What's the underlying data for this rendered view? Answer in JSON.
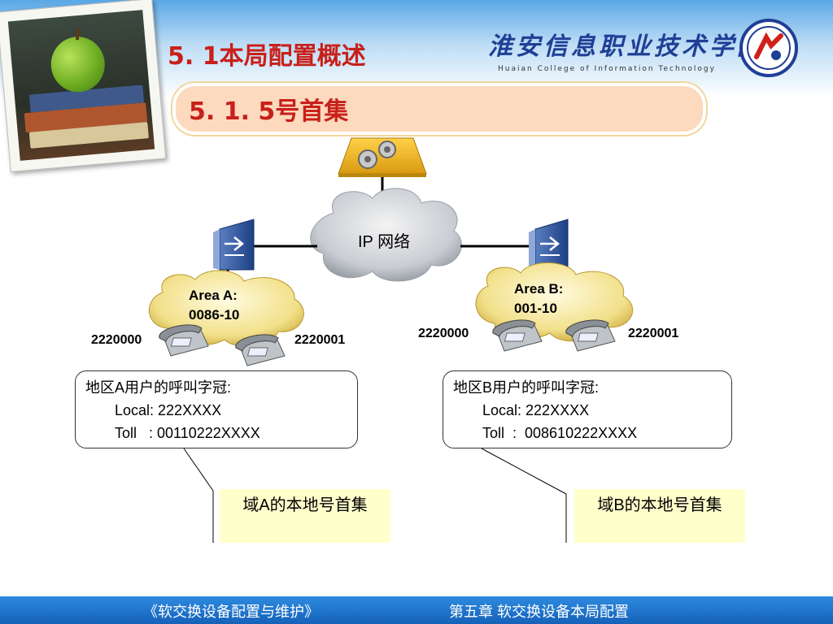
{
  "header": {
    "title": "5. 1本局配置概述",
    "subtitle": "5. 1. 5号首集",
    "college_name_cn": "淮安信息职业技术学院",
    "college_name_en": "Huaian College of Information Technology"
  },
  "diagram": {
    "ip_network_label": "IP 网络",
    "area_a": {
      "title": "Area A:",
      "code": "0086-10",
      "number_left": "2220000",
      "number_right": "2220001",
      "info_heading": "地区A用户的呼叫字冠:",
      "local_line": "Local: 222XXXX",
      "toll_line": "Toll   : 00110222XXXX",
      "domain_label": "域A的本地号首集"
    },
    "area_b": {
      "title": "Area B:",
      "code": "001-10",
      "number_left": "2220000",
      "number_right": "2220001",
      "info_heading": "地区B用户的呼叫字冠:",
      "local_line": "Local: 222XXXX",
      "toll_line": "Toll  :  008610222XXXX",
      "domain_label": "域B的本地号首集"
    }
  },
  "footer": {
    "course": "《软交换设备配置与维护》",
    "chapter": "第五章  软交换设备本局配置"
  },
  "colors": {
    "title_red": "#c8201a",
    "subtitle_bg": "#fdd9bd",
    "domain_box_bg": "#ffffcc",
    "cloud_gold": "#f2e08a",
    "footer_blue": "#1e74cc"
  }
}
